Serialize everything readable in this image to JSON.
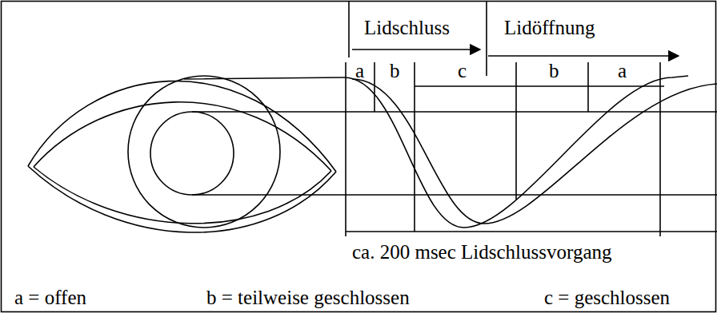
{
  "diagram": {
    "labels": [
      "Lidschluss",
      "Lidöffnung",
      "a",
      "b",
      "c",
      "b",
      "a",
      "ca. 200 msec Lidschlussvorgang",
      "a = offen",
      "b = teilweise geschlossen",
      "c = geschlossen"
    ]
  }
}
